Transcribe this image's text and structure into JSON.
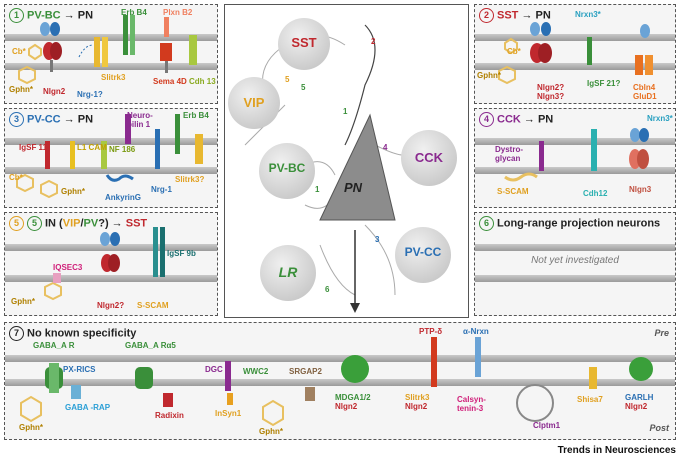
{
  "panels": {
    "p1": {
      "num": "1",
      "title_a": "PV-BC",
      "arrow": "→",
      "title_b": "PN",
      "labels": [
        "Erb B4",
        "Plxn B2",
        "Cb*",
        "Gphn*",
        "Nlgn2",
        "Nrg-1?",
        "Slitrk3",
        "Sema 4D",
        "Cdh 13"
      ]
    },
    "p2": {
      "num": "2",
      "title_a": "SST",
      "arrow": "→",
      "title_b": "PN",
      "labels": [
        "Nrxn3*",
        "Cb*",
        "Gphn*",
        "Nlgn2?",
        "Nlgn3?",
        "IgSF 21?",
        "Cbln4",
        "GluD1"
      ]
    },
    "p3": {
      "num": "3",
      "title_a": "PV-CC",
      "arrow": "→",
      "title_b": "PN",
      "labels": [
        "Neuro-",
        "pilin 1",
        "Erb B4",
        "IgSF 11",
        "L1 CAM",
        "NF 186",
        "Cb*",
        "Gphn*",
        "AnkyrinG",
        "Nrg-1",
        "Slitrk3?"
      ]
    },
    "p4": {
      "num": "4",
      "title_a": "CCK",
      "arrow": "→",
      "title_b": "PN",
      "labels": [
        "Nrxn3*",
        "Dystro-",
        "glycan",
        "S-SCAM",
        "Cdh12",
        "Nlgn3"
      ]
    },
    "p5": {
      "num_a": "5",
      "num_b": "5",
      "title_a": "IN (",
      "title_vip": "VIP",
      "title_sep": "/",
      "title_pv": "PV",
      "title_c": "?)",
      "arrow": "→",
      "title_b": "SST",
      "labels": [
        "IQSEC3",
        "IgSF 9b",
        "Gphn*",
        "Nlgn2?",
        "S-SCAM"
      ]
    },
    "p6": {
      "num": "6",
      "title": "Long-range projection neurons",
      "note": "Not yet investigated"
    },
    "p7": {
      "num": "7",
      "title": "No known specificity",
      "pre": "Pre",
      "post": "Post",
      "labels": [
        "GABA_A R",
        "PX-RICS",
        "GABA_A Rα5",
        "DGC",
        "WWC2",
        "SRGAP2",
        "PTP-δ",
        "α-Nrxn",
        "Gphn*",
        "GABA -RAP",
        "Radixin",
        "InSyn1",
        "Gphn*",
        "MDGA1/2",
        "Nlgn2",
        "Slitrk3",
        "Nlgn2",
        "Calsyn-",
        "tenin-3",
        "Clptm1",
        "Shisa7",
        "GARLH",
        "Nlgn2"
      ]
    }
  },
  "center": {
    "cells": [
      "SST",
      "VIP",
      "PV-BC",
      "PN",
      "CCK",
      "LR",
      "PV-CC"
    ],
    "markers": [
      "2",
      "5",
      "5",
      "1",
      "1",
      "4",
      "3",
      "6"
    ]
  },
  "footer": "Trends in Neurosciences",
  "colors": {
    "green": "#3a8f3a",
    "red": "#c0282e",
    "blue": "#2a6fb3",
    "orange": "#e0a020",
    "purple": "#8a2a8f"
  }
}
